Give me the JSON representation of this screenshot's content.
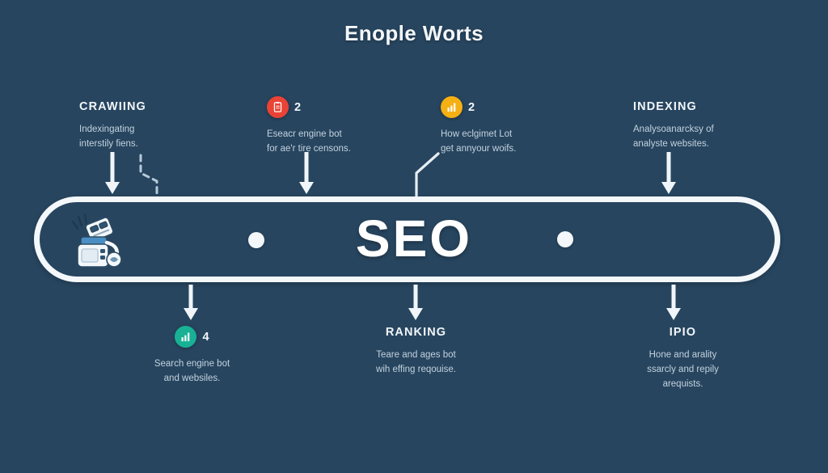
{
  "title": "Enople Worts",
  "center": {
    "word": "SEO"
  },
  "colors": {
    "background": "#27455f",
    "stroke": "#f4f8fb",
    "text": "#f2f6f9",
    "body_text": "#c3d2de",
    "badge_red": "#ea4335",
    "badge_amber": "#f5b014",
    "badge_teal": "#18b196"
  },
  "steps_top": [
    {
      "title": "CRAWIING",
      "desc": "Indexingating\ninterstily fiens.",
      "badge": null,
      "number": null,
      "icon": null
    },
    {
      "title": null,
      "desc": "Eseacr engine bot\nfor ae'r tire censons.",
      "badge": "#ea4335",
      "number": "2",
      "icon": "document-icon"
    },
    {
      "title": null,
      "desc": "How eclgimet Lot\nget annyour woifs.",
      "badge": "#f5b014",
      "number": "2",
      "icon": "bar-chart-icon"
    },
    {
      "title": "INDEXING",
      "desc": "Analysoanarcksy of\nanalyste websites.",
      "badge": null,
      "number": null,
      "icon": null
    }
  ],
  "steps_bottom": [
    {
      "title": null,
      "desc": "Search engine bot\nand websiles.",
      "badge": "#18b196",
      "number": "4",
      "icon": "bar-chart-icon"
    },
    {
      "title": "RANKING",
      "desc": "Teare and ages bot\nwih effing reqouise.",
      "badge": null,
      "number": null,
      "icon": null
    },
    {
      "title": "IPIO",
      "desc": "Hone and arality\nssarcly and repily\narequists.",
      "badge": null,
      "number": null,
      "icon": null
    }
  ]
}
